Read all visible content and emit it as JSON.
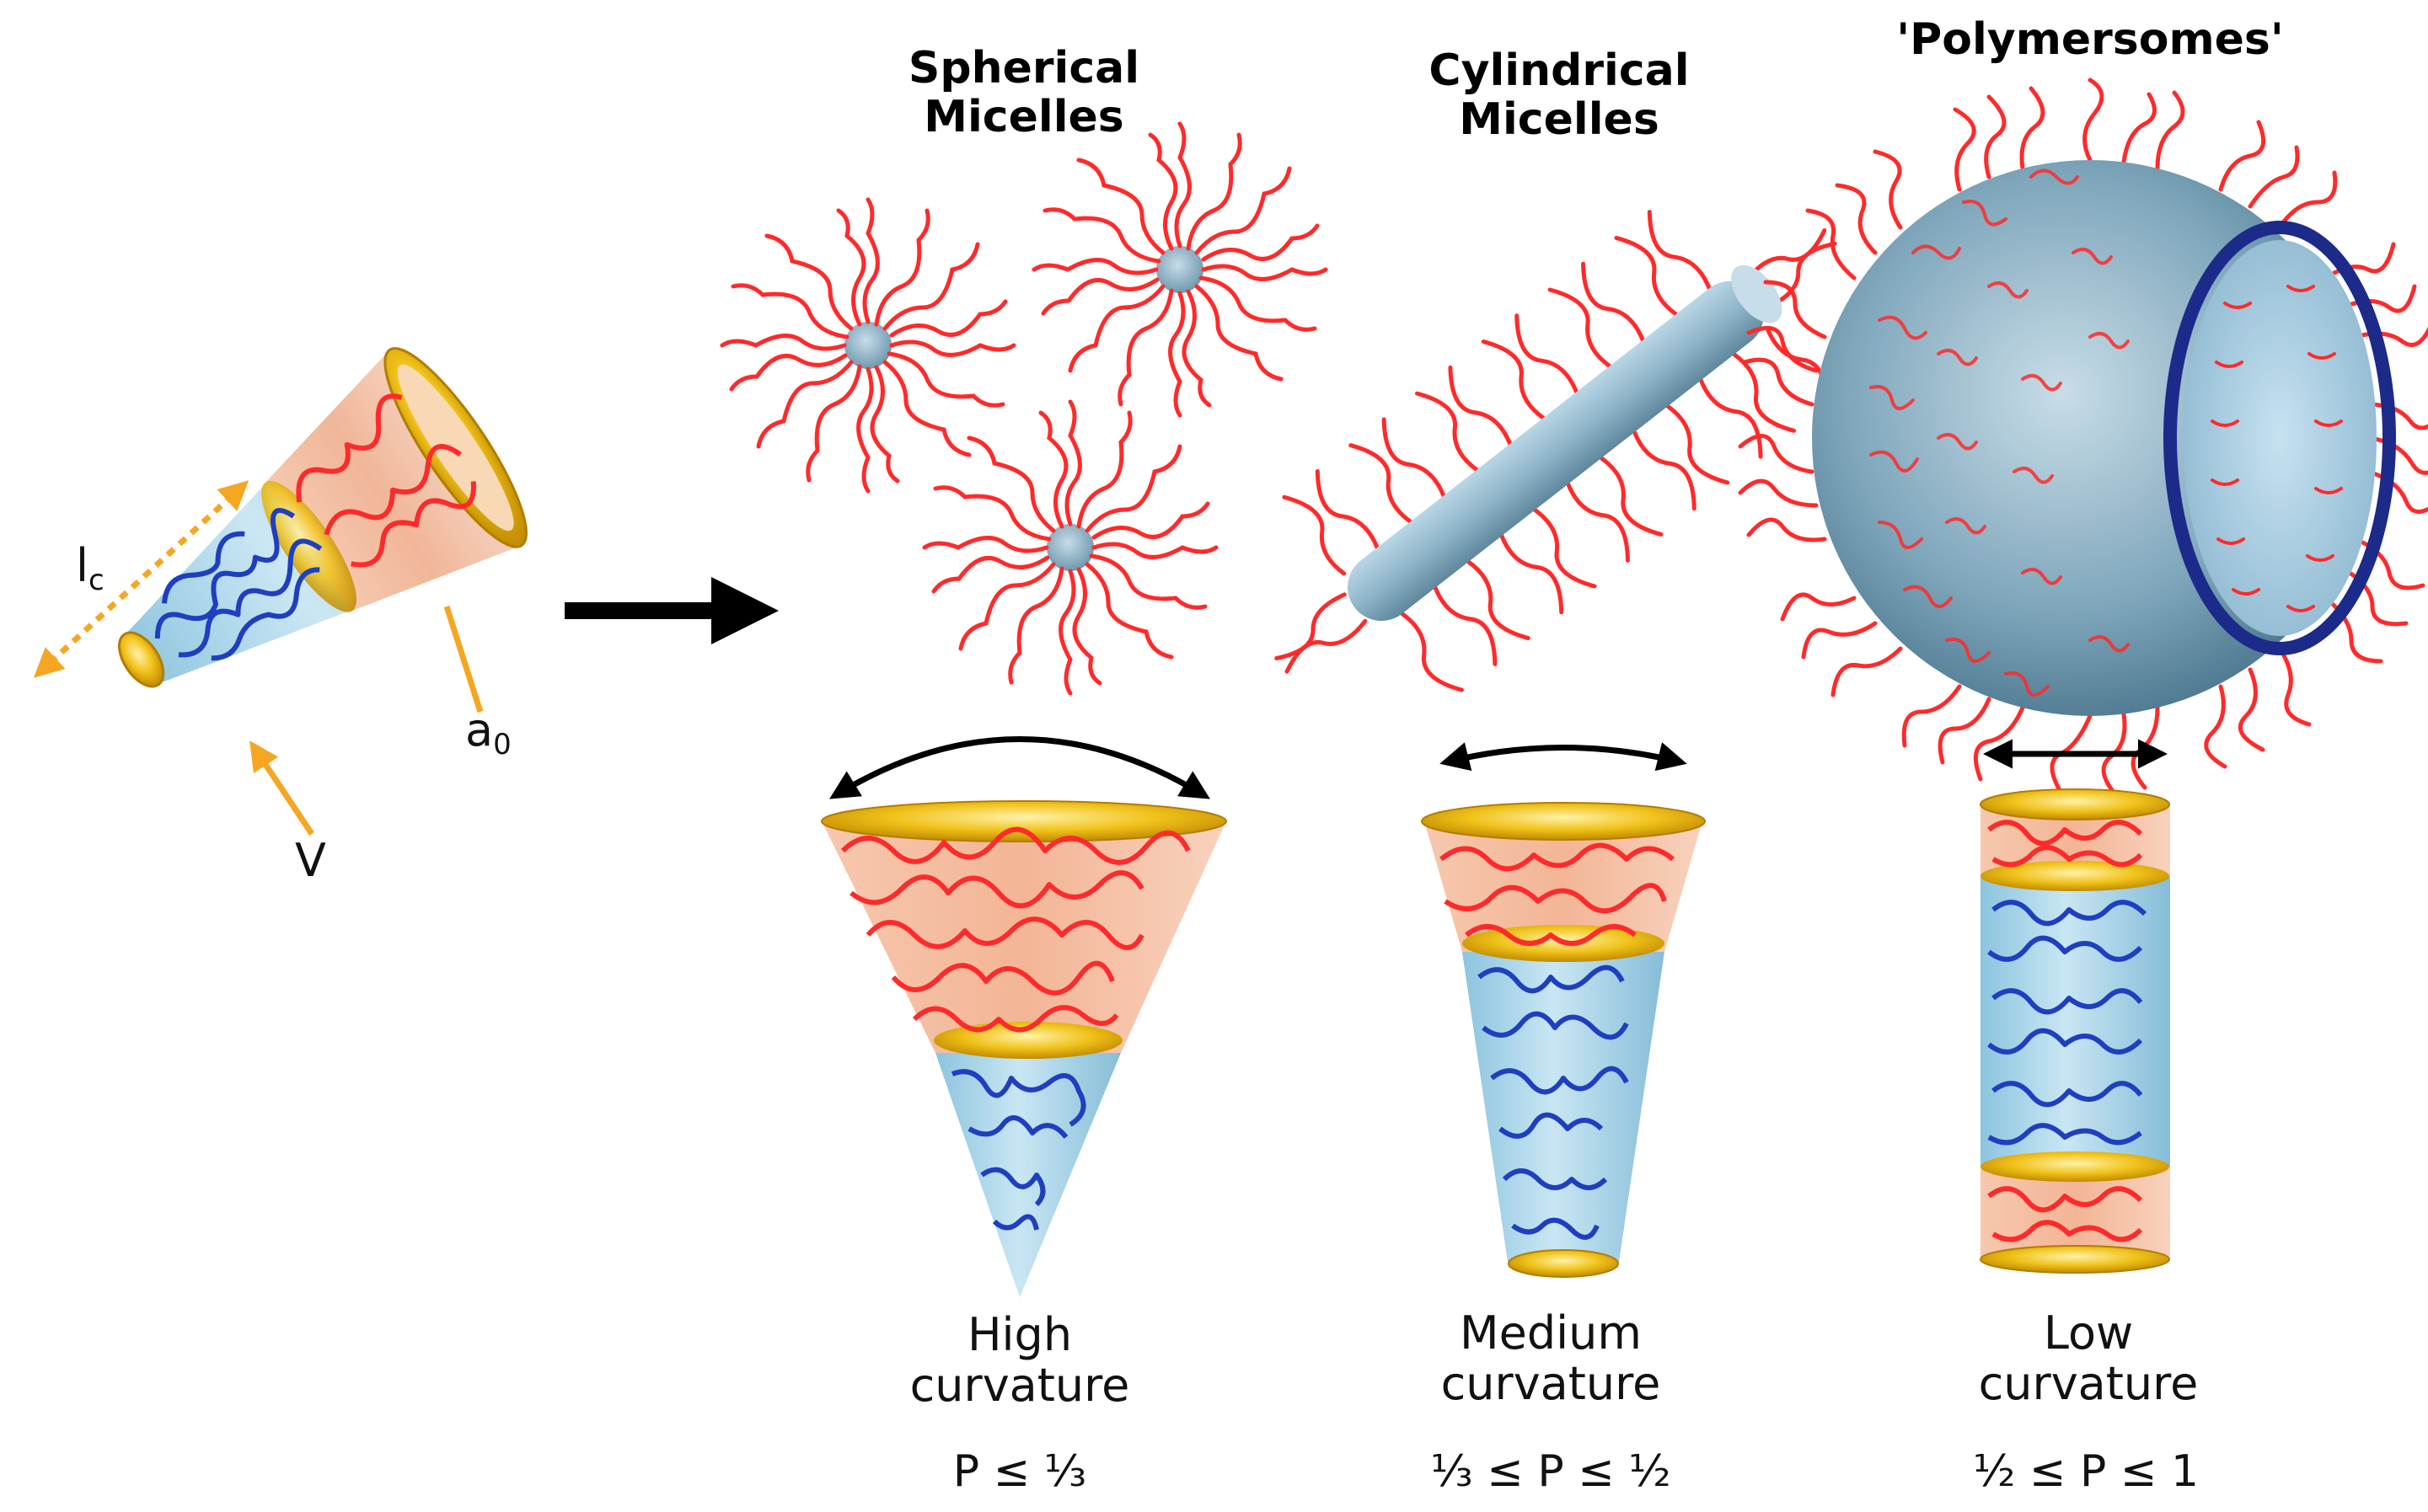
{
  "figure": {
    "columns": [
      {
        "id": "spherical",
        "title_line1": "Spherical",
        "title_line2": "Micelles",
        "curvature_line1": "High",
        "curvature_line2": "curvature",
        "p_range": "P ≤ ⅓"
      },
      {
        "id": "cylindrical",
        "title_line1": "Cylindrical",
        "title_line2": "Micelles",
        "curvature_line1": "Medium",
        "curvature_line2": "curvature",
        "p_range": "⅓ ≤ P ≤ ½"
      },
      {
        "id": "polymersome",
        "title_line1": "'Polymersomes'",
        "title_line2": "",
        "curvature_line1": "Low",
        "curvature_line2": "curvature",
        "p_range": "½ ≤ P ≤ 1"
      }
    ],
    "unit_cone_labels": {
      "lc_main": "l",
      "lc_sub": "c",
      "a0_main": "a",
      "a0_sub": "0",
      "v": "V"
    },
    "colors": {
      "hydrophilic_chain": "#ff2a2a",
      "hydrophobic_chain": "#1e3fbf",
      "core": "#8fb9cf",
      "cone_top": "#f2b89a",
      "cone_bottom": "#a9d6ea",
      "rim": "#e8b400",
      "pointer": "#f5a623",
      "vesicle_ring": "#1c2a8a",
      "arrow": "#000000"
    }
  }
}
